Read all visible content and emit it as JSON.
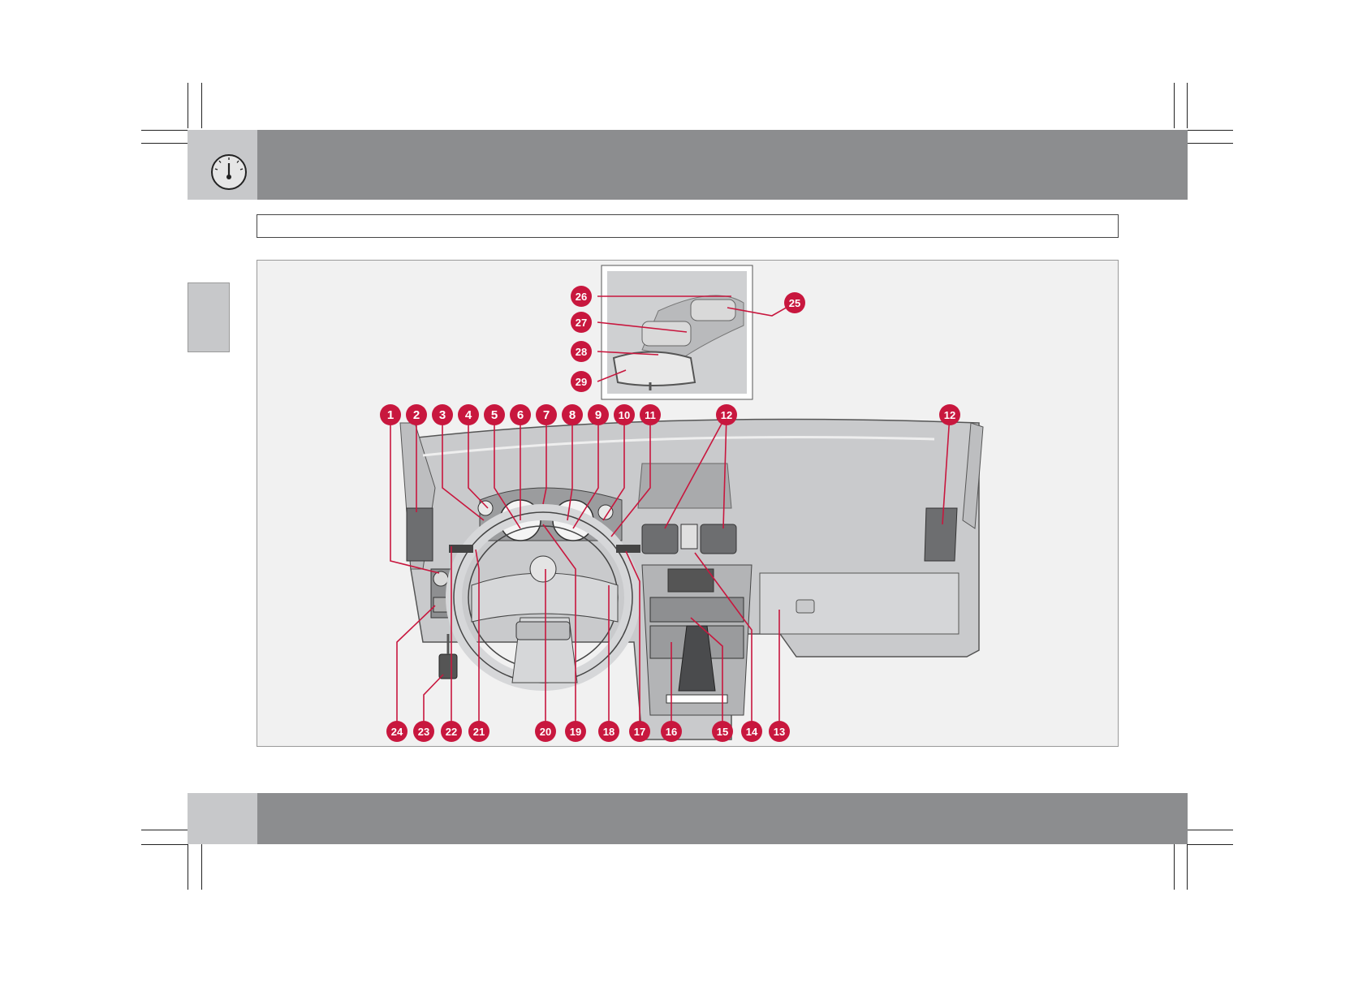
{
  "header": {
    "icon": "gauge-icon"
  },
  "figure": {
    "callouts": [
      "1",
      "2",
      "3",
      "4",
      "5",
      "6",
      "7",
      "8",
      "9",
      "10",
      "11",
      "12",
      "12",
      "13",
      "14",
      "15",
      "16",
      "17",
      "18",
      "19",
      "20",
      "21",
      "22",
      "23",
      "24",
      "25",
      "26",
      "27",
      "28",
      "29"
    ]
  },
  "colors": {
    "band": "#8c8d8f",
    "band_light": "#c7c8ca",
    "callout": "#c8173e",
    "figure_bg": "#f1f1f1"
  }
}
